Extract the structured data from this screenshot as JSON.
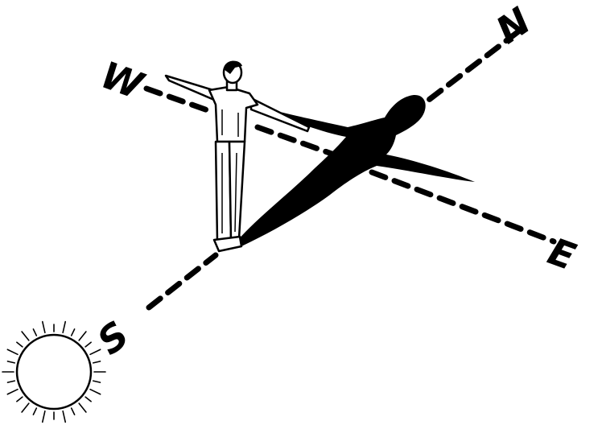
{
  "compass": {
    "north": "N",
    "south": "S",
    "east": "E",
    "west": "W"
  },
  "colors": {
    "ink": "#000000",
    "background": "#ffffff",
    "shadow": "#000000"
  },
  "icons": {
    "sun": "sun-icon",
    "person": "standing-person-arms-outstretched",
    "shadow": "person-shadow"
  }
}
